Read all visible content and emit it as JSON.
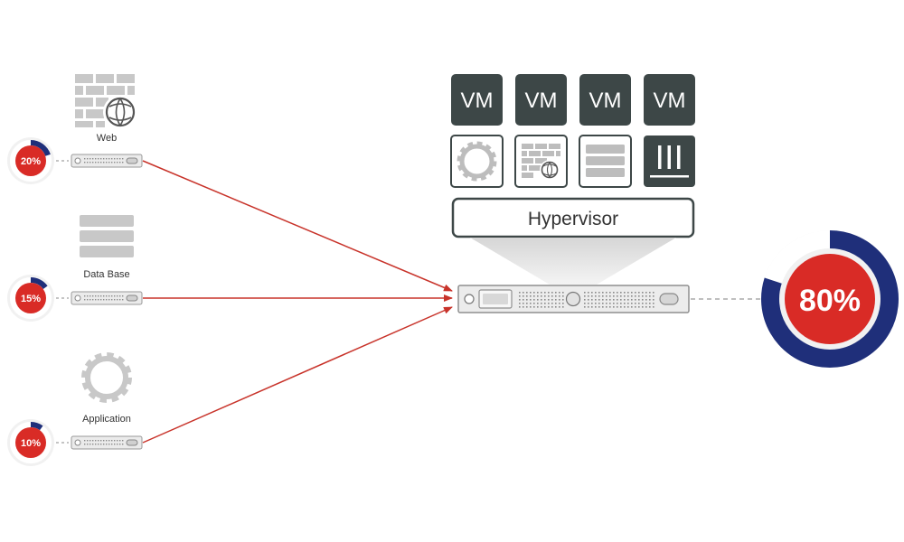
{
  "servers": [
    {
      "label": "Web",
      "utilization": "20%",
      "fraction": 0.2
    },
    {
      "label": "Data Base",
      "utilization": "15%",
      "fraction": 0.15
    },
    {
      "label": "Application",
      "utilization": "10%",
      "fraction": 0.1
    }
  ],
  "vms": [
    "VM",
    "VM",
    "VM",
    "VM"
  ],
  "vm_icons": [
    "gear-icon",
    "firewall-globe-icon",
    "database-icon",
    "server-rack-icon"
  ],
  "hypervisor": {
    "label": "Hypervisor"
  },
  "host": {
    "utilization": "80%",
    "fraction": 0.8
  },
  "colors": {
    "accent_red": "#d92b26",
    "gauge_blue": "#1f2f7a",
    "icon_gray": "#c4c4c4",
    "vm_dark": "#3d4747",
    "line_red": "#c8332a"
  }
}
